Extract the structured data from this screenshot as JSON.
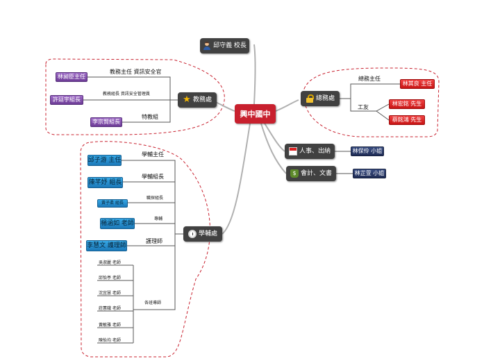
{
  "center": "興中國中",
  "principal": "邱守義 校長",
  "depts": {
    "academic": "教務處",
    "general": "總務處",
    "personnel": "人事、出納",
    "accounting": "會計、文書",
    "student": "學輔處"
  },
  "academic": {
    "roles": [
      "教務主任  資訊安全官",
      "教務組長 資訊安全管理員",
      "特教組"
    ],
    "people": [
      "林昶臣主任",
      "許廷宇組長",
      "李宗賢組長"
    ]
  },
  "general": {
    "roles": [
      "總務主任",
      "工友"
    ],
    "people": [
      "林其良 主任",
      "林宏銘 先生",
      "蔡銘鴻 先生"
    ]
  },
  "personnel": {
    "person": "林保伶 小姐"
  },
  "accounting": {
    "person": "林芷萱 小姐"
  },
  "student": {
    "roles": [
      "學輔主任",
      "學輔組長",
      "職探組長",
      "專輔",
      "護理師",
      "各班導師"
    ],
    "people": [
      "邱子游 主任",
      "陳芊妤 組長",
      "黃子柔 組長",
      "楊涵如 老師",
      "李慧文 護理師"
    ],
    "teachers": [
      "吳淑麗 老師",
      "邱怡亭 老師",
      "沈宜慧 老師",
      "莊蕙娥 老師",
      "黃敏雅 老師",
      "陳怡均 老師"
    ]
  },
  "icons": {
    "principal": "person-icon",
    "academic": "star-icon",
    "general": "lock-icon",
    "personnel": "calendar-icon",
    "accounting": "money-bag-icon",
    "student": "alarm-clock-icon"
  },
  "colors": {
    "center": "#c8202e",
    "dept": "#414141",
    "purple": "#7b48a6",
    "red": "#d61a1a",
    "blue": "#2a90d0",
    "navy": "#2a3a6c",
    "dash": "#c8202e"
  }
}
